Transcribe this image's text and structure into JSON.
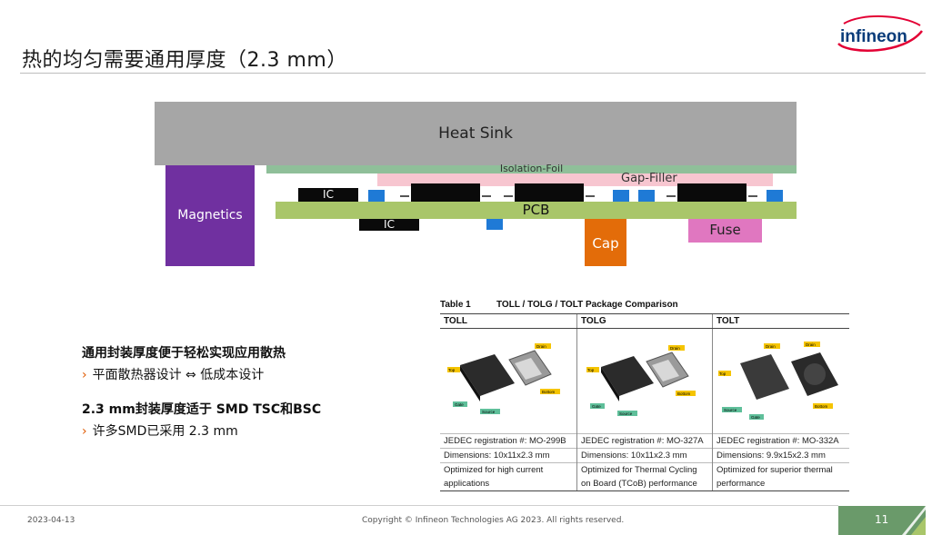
{
  "slide": {
    "title": "热的均匀需要通用厚度（2.3 mm）",
    "brand": "infineon"
  },
  "diagram": {
    "heat_sink": "Heat Sink",
    "magnetics": "Magnetics",
    "isolation_foil": "Isolation-Foil",
    "gap_filler": "Gap-Filler",
    "ic_top": "IC",
    "ic_bottom": "IC",
    "pcb": "PCB",
    "cap": "Cap",
    "fuse": "Fuse",
    "colors": {
      "heat_sink": "#a6a6a6",
      "magnetics": "#7030a0",
      "isolation_foil": "#8fbf99",
      "gap_filler": "#f7c6d0",
      "pcb": "#a9c66a",
      "cap": "#e36c09",
      "fuse": "#e077c0",
      "component": "#1f7ad6"
    }
  },
  "bullets": {
    "head1": "通用封装厚度便于轻松实现应用散热",
    "item1": "平面散热器设计 ⇔ 低成本设计",
    "head2": "2.3 mm封装厚度适于 SMD TSC和BSC",
    "item2": "许多SMD已采用 2.3 mm",
    "marker": "›"
  },
  "table": {
    "caption_num": "Table 1",
    "caption_title": "TOLL / TOLG / TOLT Package Comparison",
    "headers": [
      "TOLL",
      "TOLG",
      "TOLT"
    ],
    "image_labels": {
      "top": "Top",
      "drain": "Drain",
      "gate": "Gate",
      "source": "Source",
      "bottom": "Bottom"
    },
    "rows": [
      [
        "JEDEC registration #: MO-299B",
        "JEDEC registration #: MO-327A",
        "JEDEC registration #: MO-332A"
      ],
      [
        "Dimensions: 10x11x2.3 mm",
        "Dimensions: 10x11x2.3 mm",
        "Dimensions: 9.9x15x2.3 mm"
      ],
      [
        "Optimized for high current",
        "Optimized for Thermal Cycling",
        "Optimized for superior thermal"
      ],
      [
        "applications",
        "on Board (TCoB) performance",
        "performance"
      ]
    ]
  },
  "footer": {
    "date": "2023-04-13",
    "copyright": "Copyright © Infineon Technologies AG 2023. All rights reserved.",
    "page": "11",
    "accent": "#6a9a6a"
  }
}
